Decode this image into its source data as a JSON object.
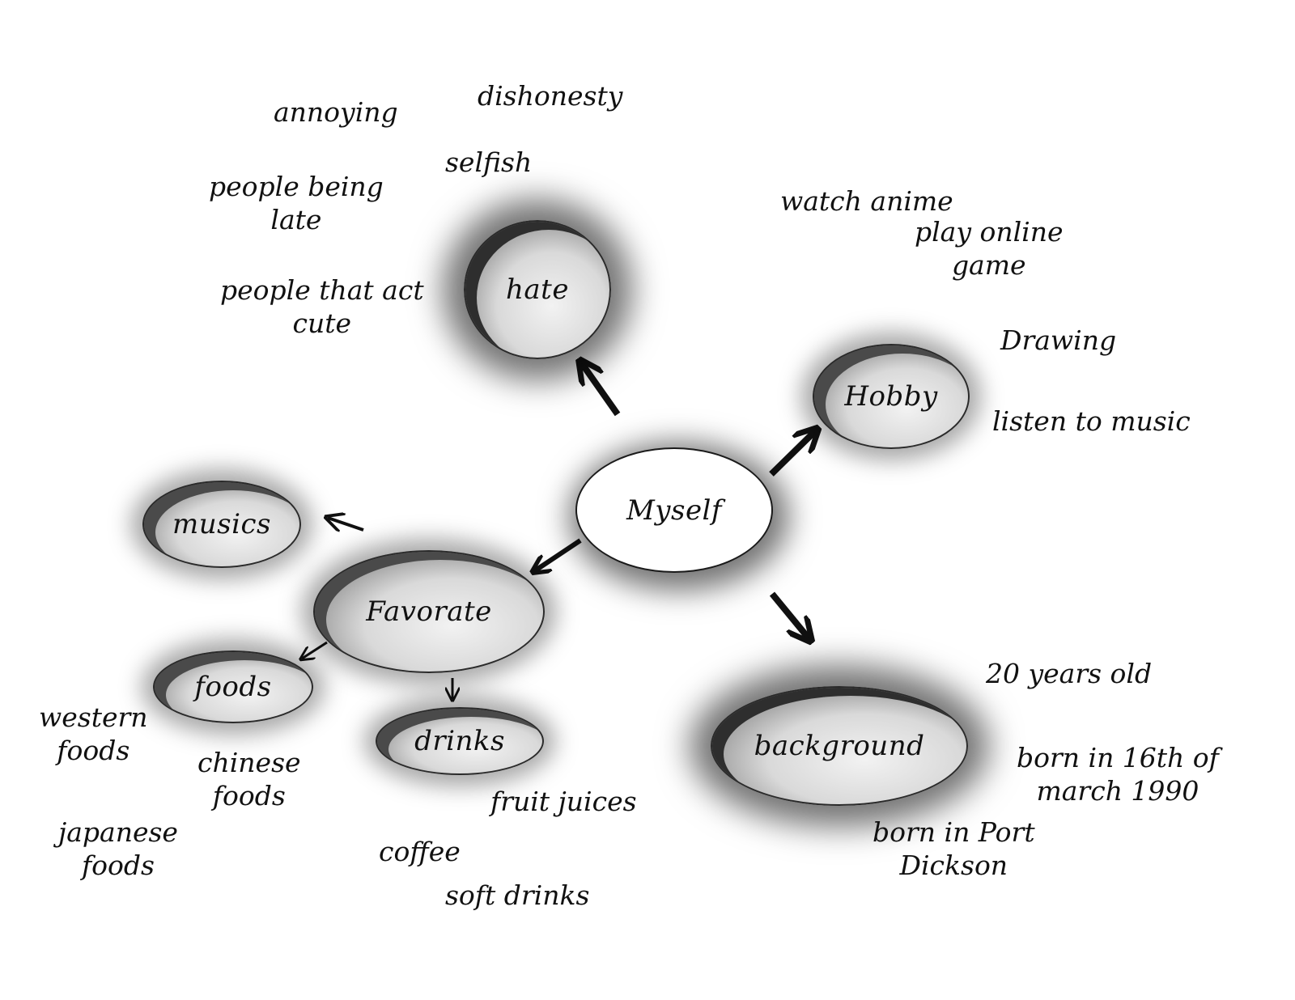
{
  "nodes": {
    "center": "Myself",
    "hate": "hate",
    "hobby": "Hobby",
    "favorate": "Favorate",
    "musics": "musics",
    "foods": "foods",
    "drinks": "drinks",
    "background": "background"
  },
  "notes": {
    "hate": [
      "dishonesty",
      "annoying",
      "selfish",
      "people being\nlate",
      "people that act\ncute"
    ],
    "hobby": [
      "watch anime",
      "play online\ngame",
      "Drawing",
      "listen to music"
    ],
    "foods": [
      "western\nfoods",
      "chinese\nfoods",
      "japanese\nfoods"
    ],
    "drinks": [
      "fruit juices",
      "coffee",
      "soft drinks"
    ],
    "background": [
      "20 years old",
      "born in  16th of\nmarch 1990",
      "born in Port\nDickson"
    ]
  }
}
